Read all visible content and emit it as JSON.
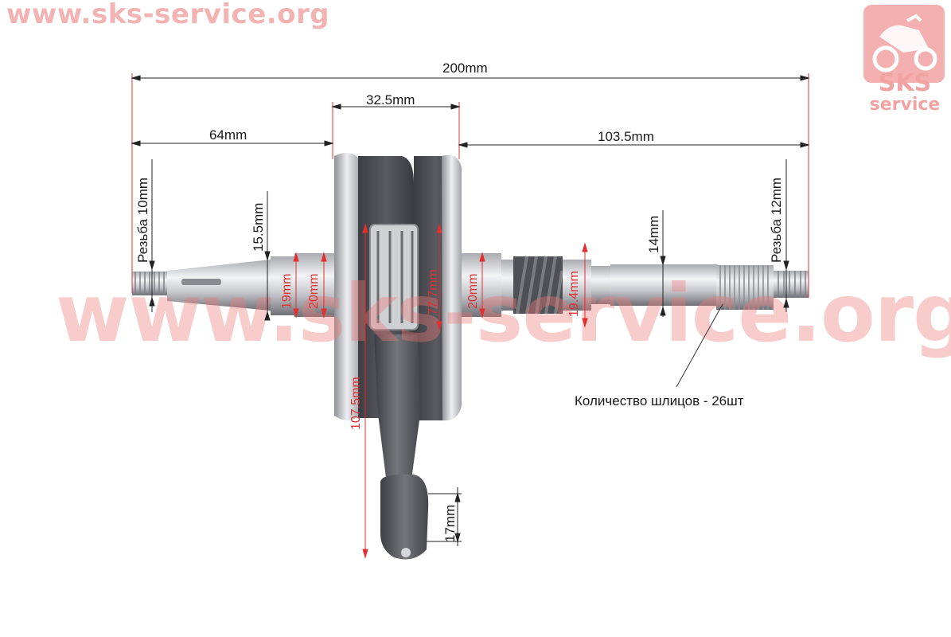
{
  "watermark": {
    "url_top": "www.sks-service.org",
    "url_center": "www.sks-service.org",
    "logo_line1": "SKS",
    "logo_line2": "service"
  },
  "dimensions": {
    "total_length": "200mm",
    "crank_width": "32.5mm",
    "left_length": "64mm",
    "right_length": "103.5mm",
    "left_thread": "Резьба 10mm",
    "right_thread": "Резьба 12mm",
    "left_taper_diameter": "15.5mm",
    "left_shaft_19": "19mm",
    "left_shaft_20": "20mm",
    "right_shaft_20": "20mm",
    "right_shaft_19_4": "19.4mm",
    "right_shaft_14": "14mm",
    "flywheel_diameter": "77.7mm",
    "rod_length": "107.5mm",
    "small_end_width": "17mm"
  },
  "callout": {
    "splines": "Количество шлицов - 26шт"
  },
  "colors": {
    "dimension_red": "#e03030",
    "watermark": "#f3b3b3",
    "metal_dark": "#4a4b50",
    "metal_light": "#d9dadf"
  }
}
